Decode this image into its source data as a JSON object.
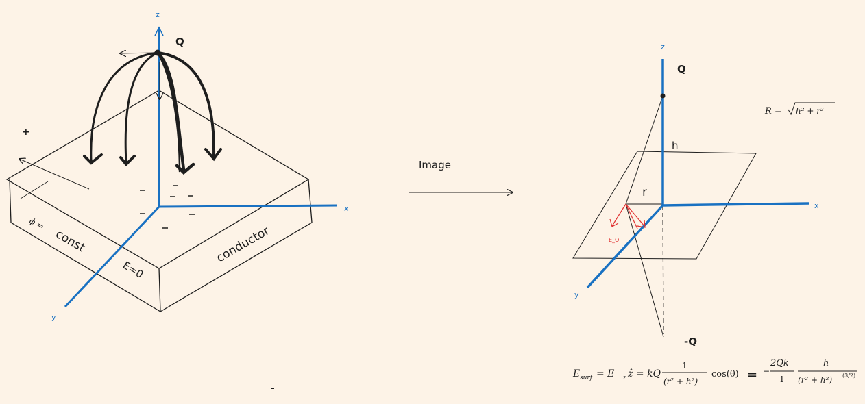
{
  "colors": {
    "background": "#fdf3e7",
    "ink": "#1e1e1e",
    "axis": "#1971c2",
    "field_vector": "#e03131"
  },
  "left": {
    "axis_z": "z",
    "axis_x": "x",
    "axis_y": "y",
    "charge": "Q",
    "plus": "+",
    "phi_label": "ϕ =",
    "const": "const",
    "e_zero": "E=0",
    "conductor": "conductor",
    "minus": "-"
  },
  "middle": {
    "arrow_label": "Image"
  },
  "right": {
    "axis_z": "z",
    "axis_x": "x",
    "axis_y": "y",
    "charge": "Q",
    "image_charge": "-Q",
    "h": "h",
    "r": "r",
    "field_label": "E_Q",
    "R_lhs": "R =",
    "R_rad": "h² + r²",
    "E_lhs": "E",
    "E_sub": "surf",
    "E_mid": " = E",
    "E_z": "z",
    "E_zhat": "ẑ = kQ",
    "frac1_num": "1",
    "frac1_den": "(r² + h²)",
    "cos": "cos(θ)",
    "equals_bold": "=",
    "neg": "−",
    "frac2_num": "2Qk",
    "frac2_den": "1",
    "frac3_num": "h",
    "frac3_den": "(r² + h²)",
    "frac3_exp": "(3/2)"
  }
}
